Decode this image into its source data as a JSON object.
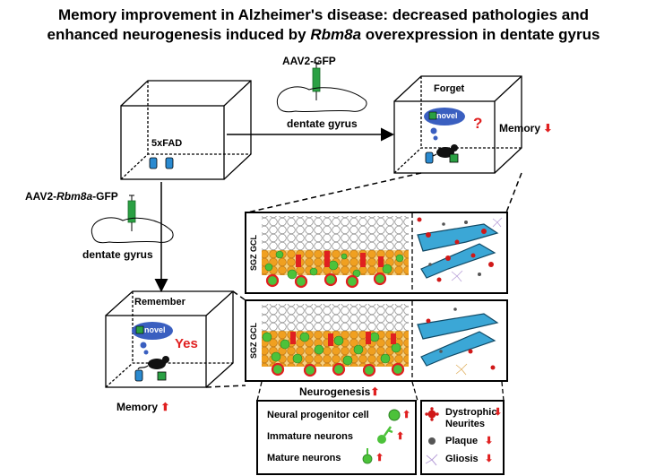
{
  "title": {
    "line1": "Memory improvement in Alzheimer's disease: decreased pathologies and",
    "line2_pre": "enhanced neurogenesis induced by ",
    "line2_italic": "Rbm8a",
    "line2_post": " overexpression in dentate gyrus"
  },
  "top": {
    "virus": "AAV2-GFP",
    "region": "dentate gyrus"
  },
  "left": {
    "virus_pre": "AAV2-",
    "virus_italic": "Rbm8a",
    "virus_post": "-GFP",
    "region": "dentate gyrus"
  },
  "boxes": {
    "start_label": "5xFAD",
    "forget_label": "Forget",
    "remember_label": "Remember",
    "novel": "novel",
    "question": "?",
    "yes": "Yes"
  },
  "memory": {
    "label": "Memory"
  },
  "panels": {
    "layer_label": "SGZ GCL",
    "neurogenesis": "Neurogenesis"
  },
  "legend_left": {
    "items": [
      "Neural progenitor cell",
      "Immature neurons",
      "Mature neurons"
    ]
  },
  "legend_right": {
    "dystrophic_line1": "Dystrophic",
    "dystrophic_line2": "Neurites",
    "plaque": "Plaque",
    "gliosis": "Gliosis"
  },
  "colors": {
    "up_arrow": "#e02020",
    "down_arrow": "#e02020",
    "syringe": "#2aa043",
    "vessel": "#3ba7d6",
    "cell_orange": "#f0a020",
    "cell_green": "#4cc23a",
    "red": "#e02020",
    "novel_bubble": "#3a5fc0"
  }
}
